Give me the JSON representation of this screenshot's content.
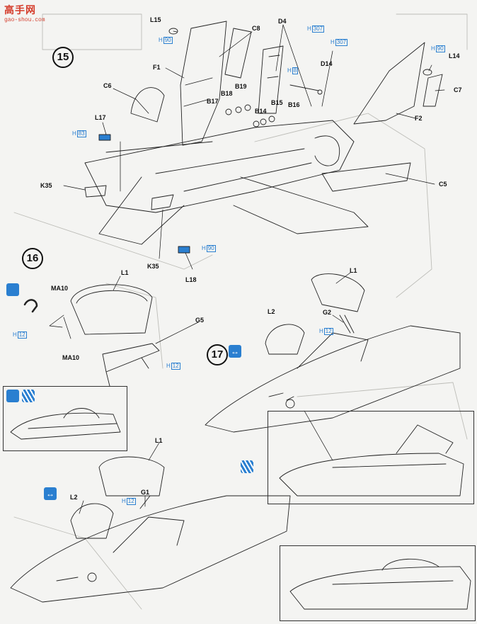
{
  "watermark": {
    "logo": "高手网",
    "site": "gao-shou.com"
  },
  "steps": [
    "15",
    "16",
    "17"
  ],
  "step15": {
    "parts": [
      "L15",
      "C8",
      "D4",
      "F1",
      "C6",
      "B17",
      "B18",
      "B19",
      "D14",
      "L14",
      "C7",
      "F2",
      "B14",
      "B15",
      "B16",
      "L17",
      "K35",
      "C5",
      "K35",
      "L18"
    ],
    "humbrol": [
      "90",
      "307",
      "8",
      "307",
      "83",
      "90",
      "90"
    ]
  },
  "step16": {
    "parts": [
      "L1",
      "MA10",
      "MA10",
      "G5"
    ],
    "humbrol": [
      "12",
      "12"
    ]
  },
  "step17": {
    "parts": [
      "L1",
      "L2",
      "G2"
    ],
    "humbrol": [
      "12"
    ]
  },
  "step18": {
    "parts": [
      "L1",
      "L2",
      "G1"
    ],
    "humbrol": [
      "12"
    ]
  },
  "colors": {
    "paint_blue": "#2a7fd0",
    "ink": "#111111",
    "paper": "#f4f4f2",
    "watermark_red": "#d43b2a"
  },
  "icons": [
    "single-seat-icon",
    "twin-seat-icon",
    "striped-variant-icon",
    "arrow-badge-icon"
  ]
}
